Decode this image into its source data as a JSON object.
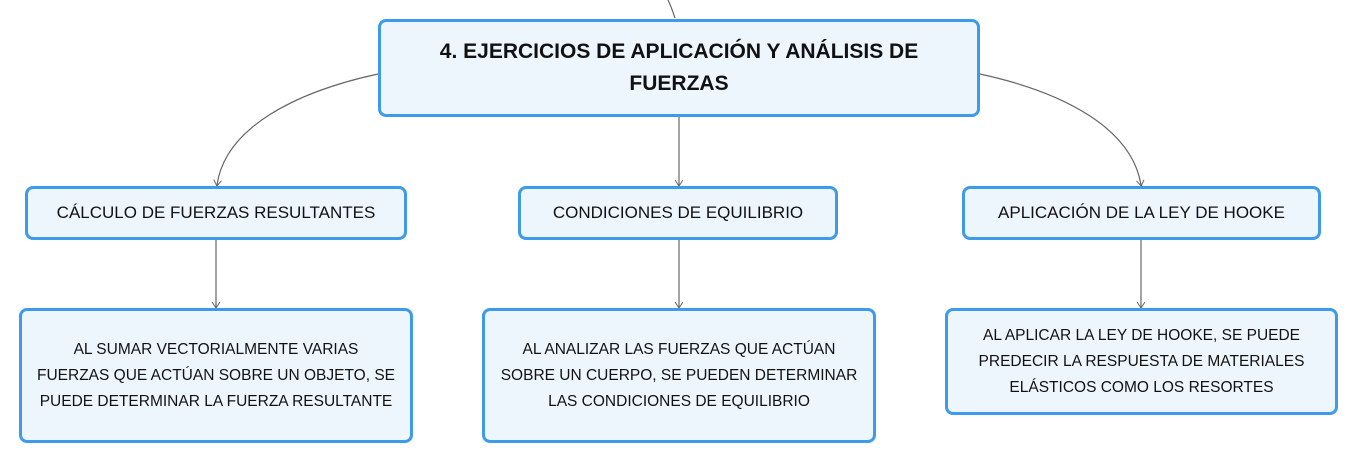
{
  "diagram": {
    "root": {
      "label": "4. EJERCICIOS DE APLICACIÓN Y ANÁLISIS DE FUERZAS"
    },
    "branches": [
      {
        "label": "CÁLCULO DE FUERZAS RESULTANTES",
        "detail": "AL SUMAR VECTORIALMENTE VARIAS FUERZAS QUE ACTÚAN SOBRE UN OBJETO, SE PUEDE DETERMINAR LA FUERZA RESULTANTE"
      },
      {
        "label": "CONDICIONES DE EQUILIBRIO",
        "detail": "AL ANALIZAR LAS FUERZAS QUE ACTÚAN SOBRE UN CUERPO, SE PUEDEN DETERMINAR LAS CONDICIONES DE EQUILIBRIO"
      },
      {
        "label": "APLICACIÓN DE LA LEY DE HOOKE",
        "detail": "AL APLICAR LA LEY DE HOOKE, SE PUEDE PREDECIR LA RESPUESTA DE MATERIALES ELÁSTICOS COMO LOS RESORTES"
      }
    ],
    "colors": {
      "node_border": "#3d9be9",
      "node_fill": "#eef6fd",
      "connector": "#666666",
      "text": "#111111"
    }
  }
}
